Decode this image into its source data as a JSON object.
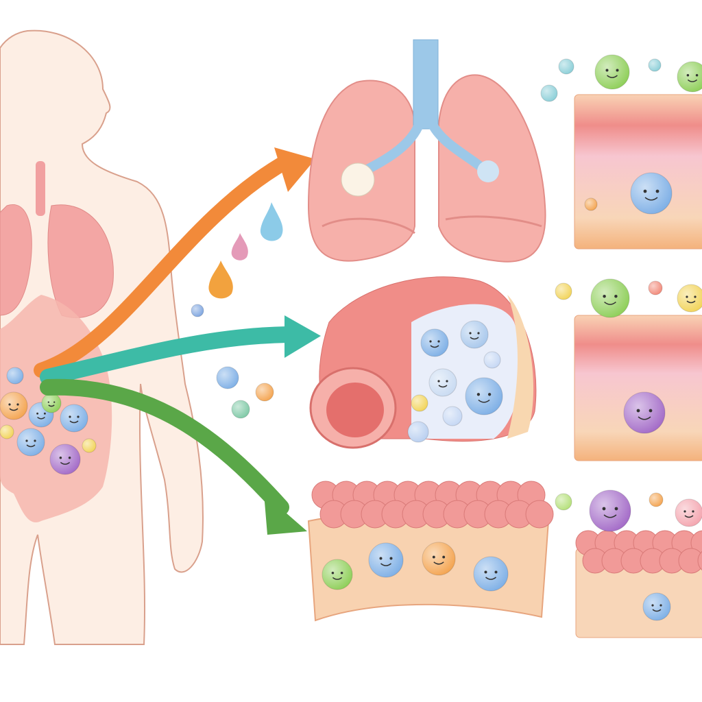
{
  "colors": {
    "background": "#ffffff",
    "body_fill": "#fdeee4",
    "body_outline": "#d9a08c",
    "organ_pink": "#f4a3a0",
    "tissue_cream": "#f8d7b0",
    "tissue_red": "#ef8f8c",
    "arrow_orange": "#f28a3a",
    "arrow_teal": "#3dbba6",
    "arrow_green": "#5aa748",
    "trachea_blue": "#9cc8e8",
    "microbe_green": "#8fcf5a",
    "microbe_blue": "#7fb0e6",
    "microbe_purple": "#a46cc8",
    "microbe_orange": "#f4a552",
    "microbe_yellow": "#f2d45a"
  },
  "icons": [
    "human-body-silhouette",
    "lungs",
    "blood-vessel",
    "intestinal-tissue",
    "microbe",
    "droplet",
    "arrow"
  ]
}
